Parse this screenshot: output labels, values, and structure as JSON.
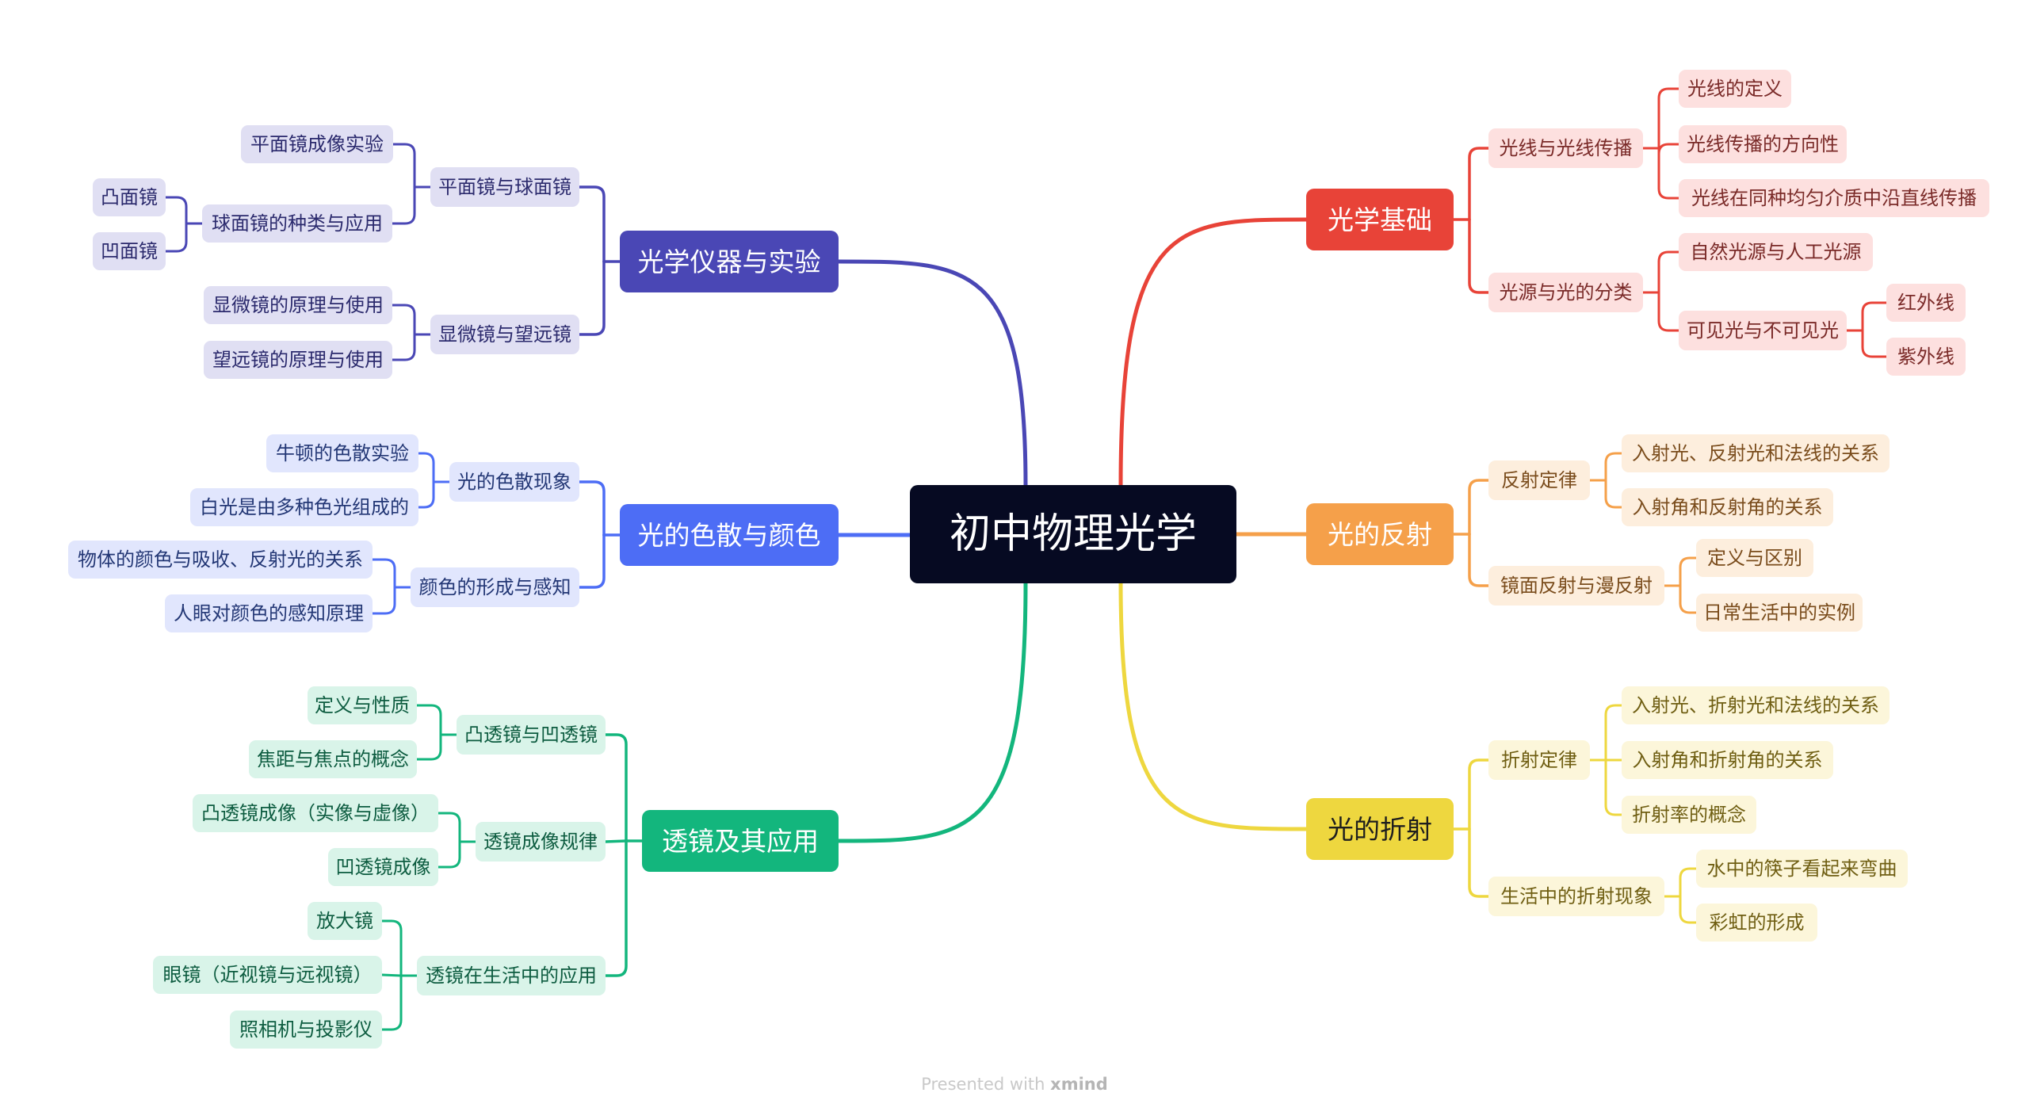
{
  "root": {
    "label": "初中物理光学"
  },
  "branches": [
    {
      "id": "basics",
      "label": "光学基础",
      "side": "right",
      "color": "#e84338",
      "light": "#fde0df",
      "text": "#7a2a28",
      "children": [
        {
          "label": "光线与光线传播",
          "children": [
            {
              "label": "光线的定义"
            },
            {
              "label": "光线传播的方向性"
            },
            {
              "label": "光线在同种均匀介质中沿直线传播"
            }
          ]
        },
        {
          "label": "光源与光的分类",
          "children": [
            {
              "label": "自然光源与人工光源"
            },
            {
              "label": "可见光与不可见光",
              "children": [
                {
                  "label": "红外线"
                },
                {
                  "label": "紫外线"
                }
              ]
            }
          ]
        }
      ]
    },
    {
      "id": "reflection",
      "label": "光的反射",
      "side": "right",
      "color": "#f5a04a",
      "light": "#fdeedd",
      "text": "#7a4c1c",
      "children": [
        {
          "label": "反射定律",
          "children": [
            {
              "label": "入射光、反射光和法线的关系"
            },
            {
              "label": "入射角和反射角的关系"
            }
          ]
        },
        {
          "label": "镜面反射与漫反射",
          "children": [
            {
              "label": "定义与区别"
            },
            {
              "label": "日常生活中的实例"
            }
          ]
        }
      ]
    },
    {
      "id": "refraction",
      "label": "光的折射",
      "side": "right",
      "color": "#eed73f",
      "light": "#fcf6da",
      "text": "#6f5e12",
      "children": [
        {
          "label": "折射定律",
          "children": [
            {
              "label": "入射光、折射光和法线的关系"
            },
            {
              "label": "入射角和折射角的关系"
            },
            {
              "label": "折射率的概念"
            }
          ]
        },
        {
          "label": "生活中的折射现象",
          "children": [
            {
              "label": "水中的筷子看起来弯曲"
            },
            {
              "label": "彩虹的形成"
            }
          ]
        }
      ]
    },
    {
      "id": "instruments",
      "label": "光学仪器与实验",
      "side": "left",
      "color": "#4a47b5",
      "light": "#e0dff3",
      "text": "#2b2a6d",
      "children": [
        {
          "label": "平面镜与球面镜",
          "children": [
            {
              "label": "平面镜成像实验"
            },
            {
              "label": "球面镜的种类与应用",
              "children": [
                {
                  "label": "凸面镜"
                },
                {
                  "label": "凹面镜"
                }
              ]
            }
          ]
        },
        {
          "label": "显微镜与望远镜",
          "children": [
            {
              "label": "显微镜的原理与使用"
            },
            {
              "label": "望远镜的原理与使用"
            }
          ]
        }
      ]
    },
    {
      "id": "dispersion",
      "label": "光的色散与颜色",
      "side": "left",
      "color": "#4d6df5",
      "light": "#e1e6fd",
      "text": "#233775",
      "children": [
        {
          "label": "光的色散现象",
          "children": [
            {
              "label": "牛顿的色散实验"
            },
            {
              "label": "白光是由多种色光组成的"
            }
          ]
        },
        {
          "label": "颜色的形成与感知",
          "children": [
            {
              "label": "物体的颜色与吸收、反射光的关系"
            },
            {
              "label": "人眼对颜色的感知原理"
            }
          ]
        }
      ]
    },
    {
      "id": "lens",
      "label": "透镜及其应用",
      "side": "left",
      "color": "#13b67d",
      "light": "#d9f4e9",
      "text": "#0d5c40",
      "children": [
        {
          "label": "凸透镜与凹透镜",
          "children": [
            {
              "label": "定义与性质"
            },
            {
              "label": "焦距与焦点的概念"
            }
          ]
        },
        {
          "label": "透镜成像规律",
          "children": [
            {
              "label": "凸透镜成像（实像与虚像）"
            },
            {
              "label": "凹透镜成像"
            }
          ]
        },
        {
          "label": "透镜在生活中的应用",
          "children": [
            {
              "label": "放大镜"
            },
            {
              "label": "眼镜（近视镜与远视镜）"
            },
            {
              "label": "照相机与投影仪"
            }
          ]
        }
      ]
    }
  ],
  "footer": {
    "presented": "Presented with",
    "brand": "xmind"
  }
}
